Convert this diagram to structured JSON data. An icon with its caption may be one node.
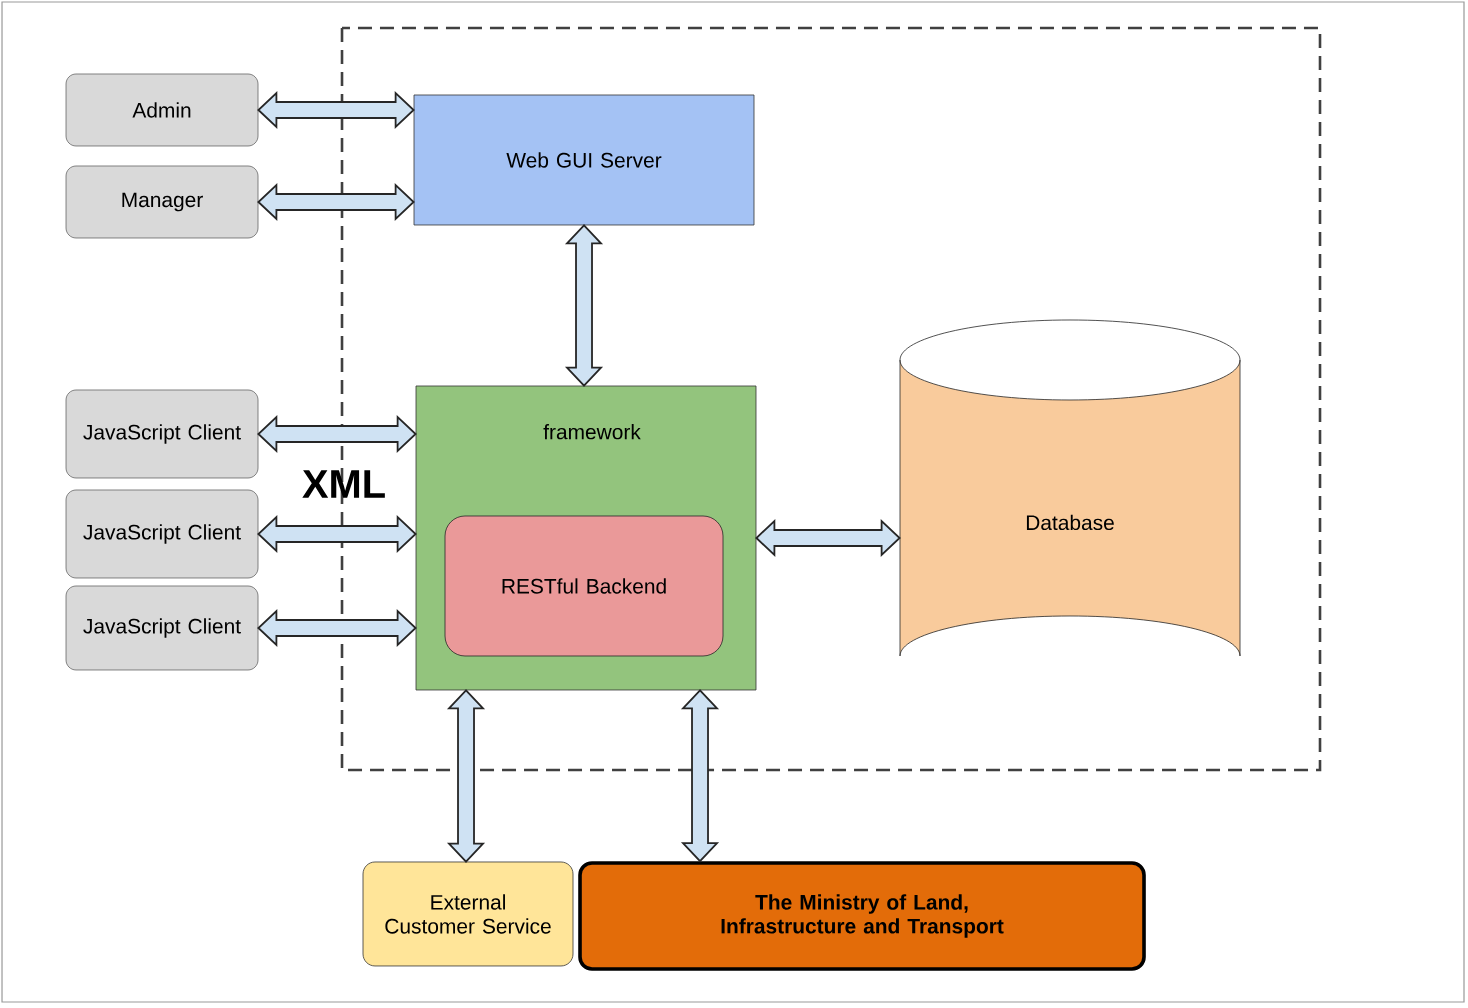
{
  "diagram": {
    "nodes": [
      {
        "text": [
          "Admin"
        ]
      },
      {
        "text": [
          "Manager"
        ]
      },
      {
        "text": [
          "Web GUI Server"
        ]
      },
      {
        "text": [
          "JavaScript Client"
        ]
      },
      {
        "text": [
          "JavaScript Client"
        ]
      },
      {
        "text": [
          "JavaScript Client"
        ]
      },
      {
        "text": [
          "framework"
        ]
      },
      {
        "text": [
          "RESTful Backend"
        ],
        "in": 6
      },
      {
        "text": [
          "Database"
        ]
      },
      {
        "text": [
          "External Customer Service"
        ]
      },
      {
        "text": [
          "The Ministry of Land, Infrastructure and Transport"
        ]
      }
    ],
    "edges": [
      {
        "from": 0,
        "to": 2,
        "arrow": "both"
      },
      {
        "from": 1,
        "to": 2,
        "arrow": "both"
      },
      {
        "from": 2,
        "to": 6,
        "arrow": "both"
      },
      {
        "from": 3,
        "to": 6,
        "arrow": "both"
      },
      {
        "from": 4,
        "to": 6,
        "arrow": "both"
      },
      {
        "from": 5,
        "to": 6,
        "arrow": "both"
      },
      {
        "from": 6,
        "to": 8,
        "arrow": "both"
      },
      {
        "from": 6,
        "to": 9,
        "arrow": "both"
      },
      {
        "from": 6,
        "to": 10,
        "arrow": "both"
      }
    ],
    "labels": [
      "XML"
    ]
  }
}
